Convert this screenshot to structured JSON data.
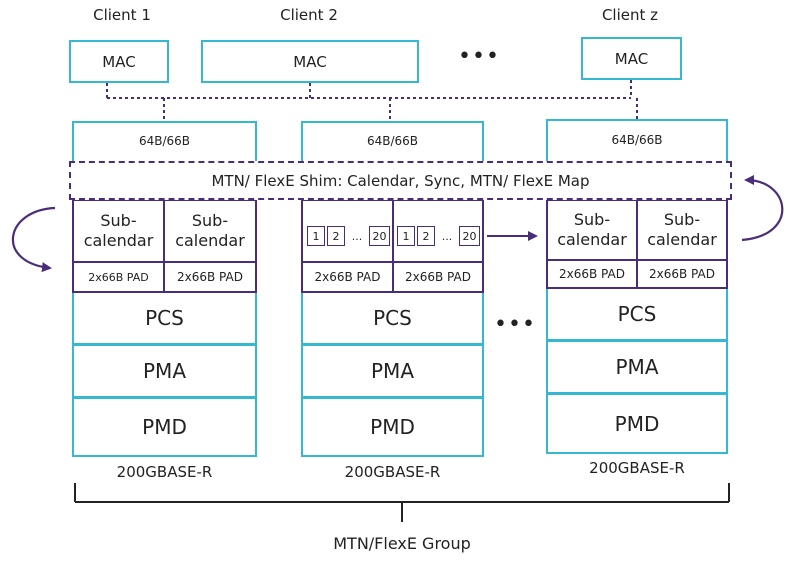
{
  "clients": [
    {
      "label": "Client 1",
      "mac": "MAC"
    },
    {
      "label": "Client 2",
      "mac": "MAC"
    },
    {
      "label": "Client z",
      "mac": "MAC"
    }
  ],
  "ellipsis": "•••",
  "shim_label": "MTN/ FlexE Shim: Calendar, Sync, MTN/ FlexE Map",
  "phys": [
    {
      "encoding": "64B/66B",
      "subcal_left": [
        "Sub-",
        "calendar"
      ],
      "subcal_right": [
        "Sub-",
        "calendar"
      ],
      "pad_left": "2x66B PAD",
      "pad_right": "2x66B PAD",
      "pcs": "PCS",
      "pma": "PMA",
      "pmd": "PMD",
      "name": "200GBASE-R"
    },
    {
      "encoding": "64B/66B",
      "slots_left": [
        "1",
        "2",
        "...",
        "20"
      ],
      "slots_right": [
        "1",
        "2",
        "...",
        "20"
      ],
      "pad_left": "2x66B PAD",
      "pad_right": "2x66B PAD",
      "pcs": "PCS",
      "pma": "PMA",
      "pmd": "PMD",
      "name": "200GBASE-R"
    },
    {
      "encoding": "64B/66B",
      "subcal_left": [
        "Sub-",
        "calendar"
      ],
      "subcal_right": [
        "Sub-",
        "calendar"
      ],
      "pad_left": "2x66B PAD",
      "pad_right": "2x66B PAD",
      "pcs": "PCS",
      "pma": "PMA",
      "pmd": "PMD",
      "name": "200GBASE-R"
    }
  ],
  "group_label": "MTN/FlexE Group",
  "colors": {
    "cyan": "#35b9d3",
    "purple": "#4a2d7a",
    "text": "#222222"
  }
}
